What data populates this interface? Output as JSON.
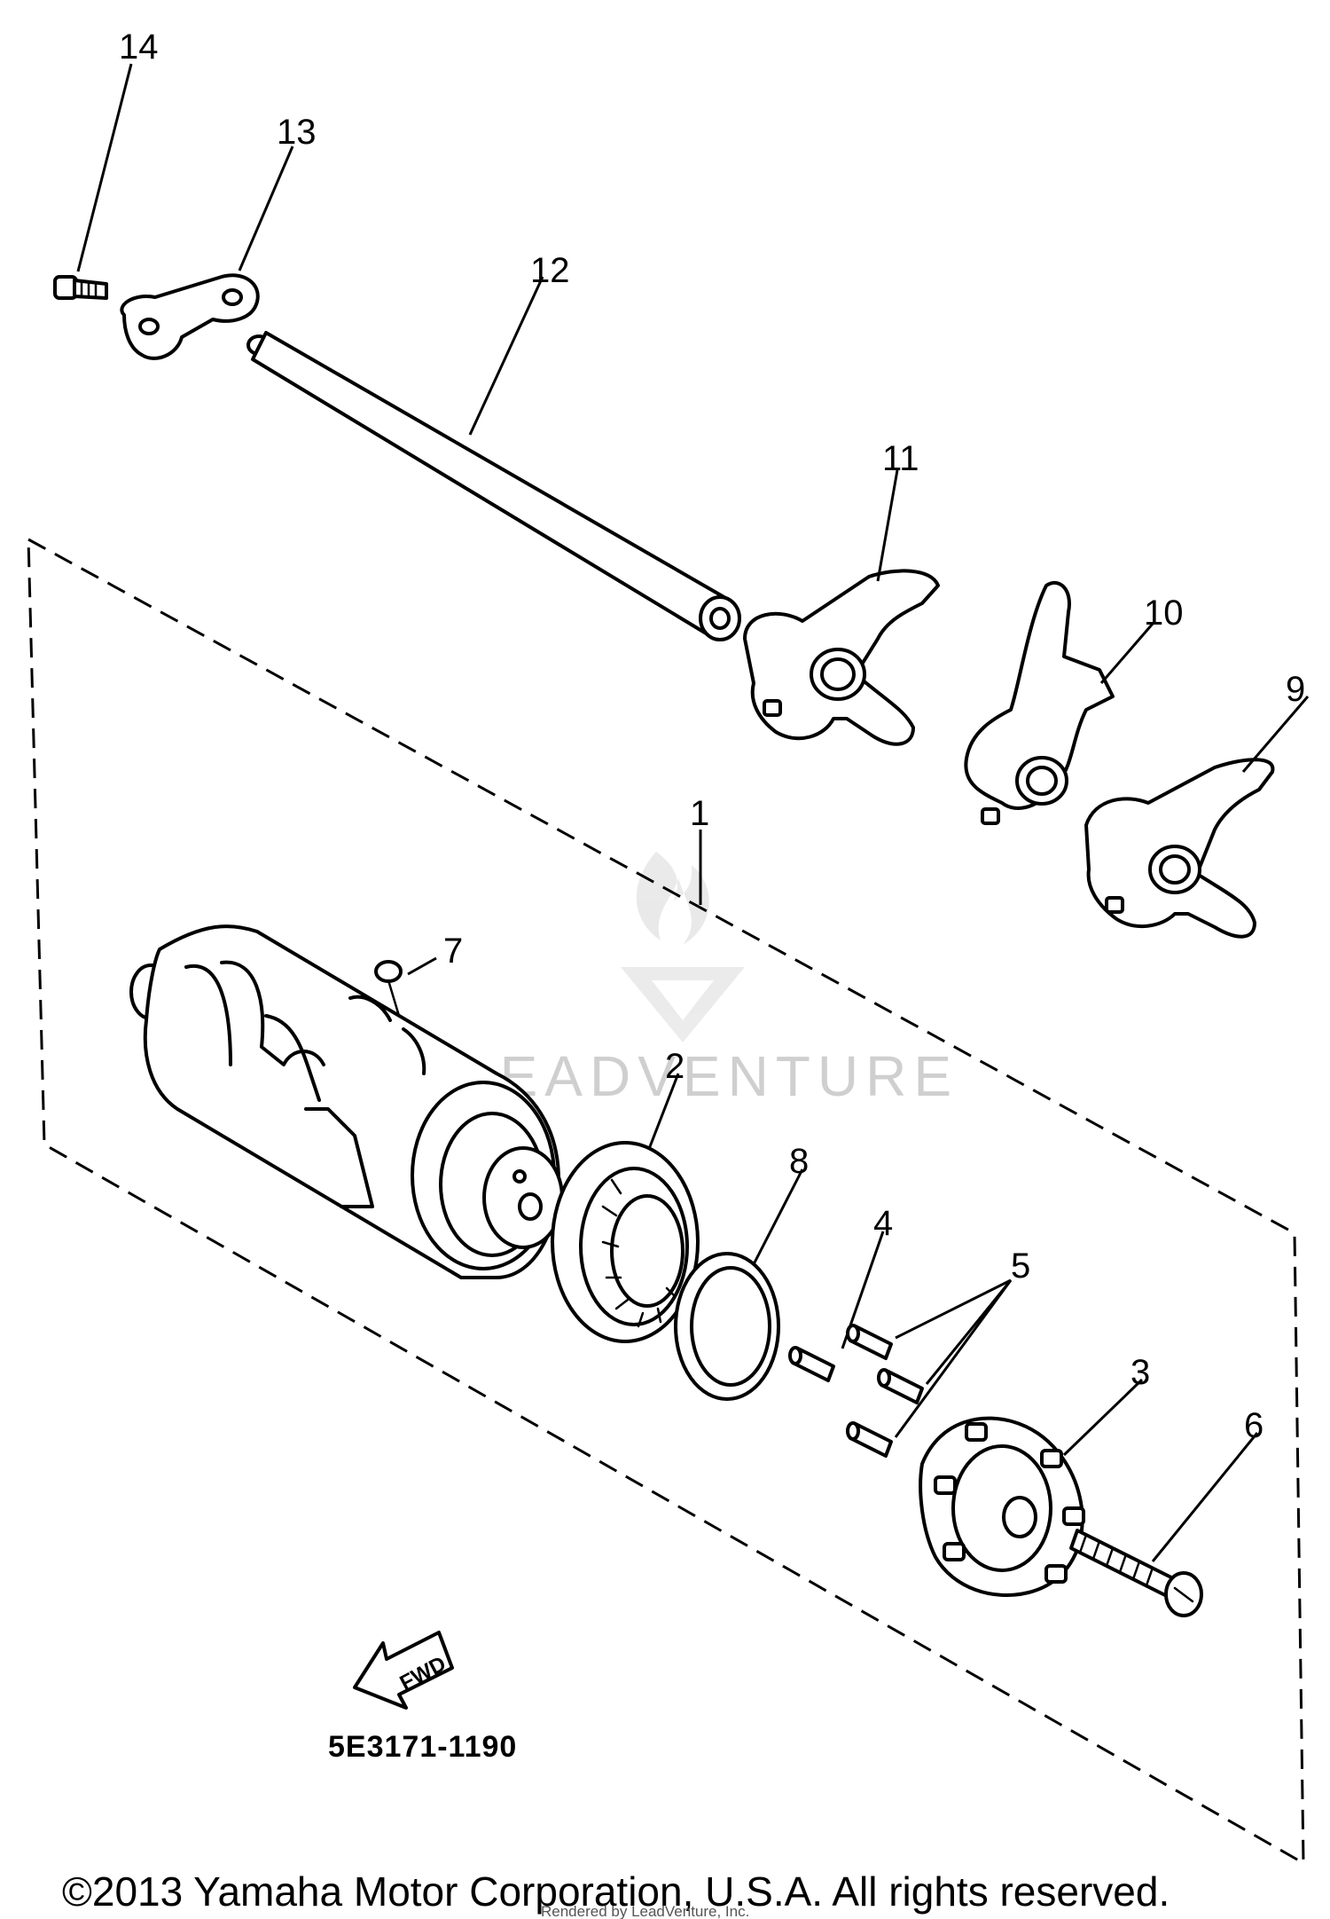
{
  "callouts": [
    {
      "id": "1",
      "label": "1"
    },
    {
      "id": "2",
      "label": "2"
    },
    {
      "id": "3",
      "label": "3"
    },
    {
      "id": "4",
      "label": "4"
    },
    {
      "id": "5",
      "label": "5"
    },
    {
      "id": "6",
      "label": "6"
    },
    {
      "id": "7",
      "label": "7"
    },
    {
      "id": "8",
      "label": "8"
    },
    {
      "id": "9",
      "label": "9"
    },
    {
      "id": "10",
      "label": "10"
    },
    {
      "id": "11",
      "label": "11"
    },
    {
      "id": "12",
      "label": "12"
    },
    {
      "id": "13",
      "label": "13"
    },
    {
      "id": "14",
      "label": "14"
    }
  ],
  "fwd_label": "FWD",
  "diagram_code": "5E3171-1190",
  "watermark": "LEADVENTURE",
  "copyright": "©2013 Yamaha Motor Corporation, U.S.A. All rights reserved.",
  "rendered_by": "Rendered by LeadVenture, Inc."
}
